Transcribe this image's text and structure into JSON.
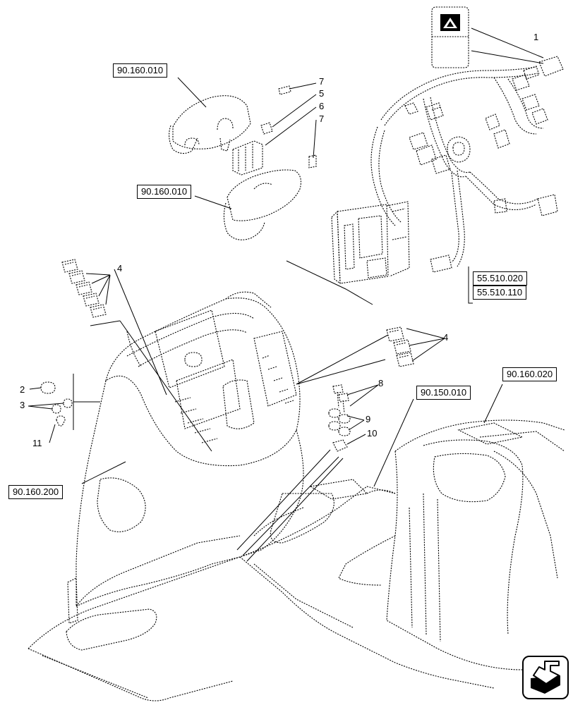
{
  "references": {
    "ref_top_left": "90.160.010",
    "ref_mid_left": "90.160.010",
    "ref_harness_a": "55.510.020",
    "ref_harness_b": "55.510.110",
    "ref_floor_center": "90.150.010",
    "ref_right_panel": "90.160.020",
    "ref_dash_panel": "90.160.200"
  },
  "callouts": {
    "c1": "1",
    "c2": "2",
    "c3": "3",
    "c4_upper": "4",
    "c4_right": "4",
    "c5": "5",
    "c6": "6",
    "c7_upper": "7",
    "c7_lower": "7",
    "c8": "8",
    "c9": "9",
    "c10": "10",
    "c11": "11"
  },
  "icons": {
    "hazard_switch": "hazard-warning-switch-icon",
    "navigation": "next-page-arrow-icon"
  },
  "colors": {
    "line": "#000000",
    "background": "#ffffff"
  }
}
